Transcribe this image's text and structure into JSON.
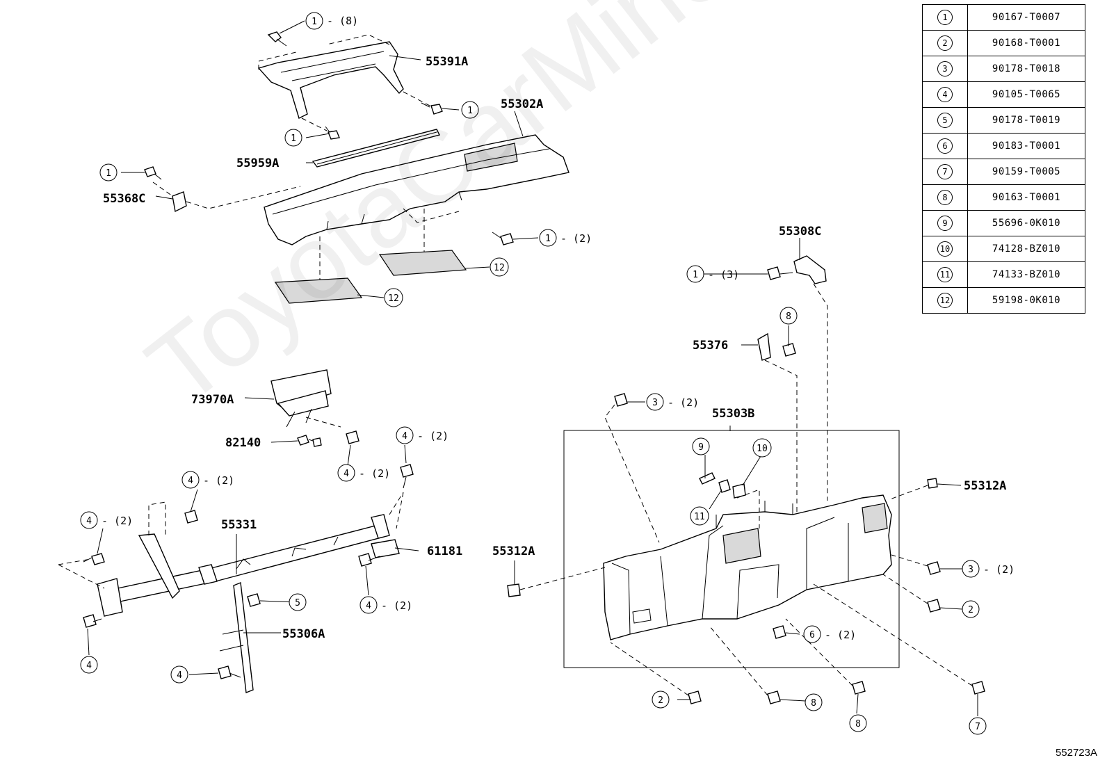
{
  "watermark": "ToyotaCarMine.ru",
  "figure_code": "552723A",
  "legend": [
    {
      "ref": "1",
      "part": "90167-T0007"
    },
    {
      "ref": "2",
      "part": "90168-T0001"
    },
    {
      "ref": "3",
      "part": "90178-T0018"
    },
    {
      "ref": "4",
      "part": "90105-T0065"
    },
    {
      "ref": "5",
      "part": "90178-T0019"
    },
    {
      "ref": "6",
      "part": "90183-T0001"
    },
    {
      "ref": "7",
      "part": "90159-T0005"
    },
    {
      "ref": "8",
      "part": "90163-T0001"
    },
    {
      "ref": "9",
      "part": "55696-0K010"
    },
    {
      "ref": "10",
      "part": "74128-BZ010"
    },
    {
      "ref": "11",
      "part": "74133-BZ010"
    },
    {
      "ref": "12",
      "part": "59198-0K010"
    }
  ],
  "part_labels": {
    "p55391A": "55391A",
    "p55302A": "55302A",
    "p55959A": "55959A",
    "p55368C": "55368C",
    "p55308C": "55308C",
    "p55376": "55376",
    "p73970A": "73970A",
    "p82140": "82140",
    "p55303B": "55303B",
    "p55312A_r": "55312A",
    "p55312A_l": "55312A",
    "p55331": "55331",
    "p61181": "61181",
    "p55306A": "55306A"
  },
  "callouts": {
    "c1_8": {
      "ref": "1",
      "qty": "- (8)"
    },
    "c1_a": {
      "ref": "1"
    },
    "c1_b": {
      "ref": "1"
    },
    "c1_c": {
      "ref": "1"
    },
    "c1_2": {
      "ref": "1",
      "qty": "- (2)"
    },
    "c1_3": {
      "ref": "1",
      "qty": "- (3)"
    },
    "c12_a": {
      "ref": "12"
    },
    "c12_b": {
      "ref": "12"
    },
    "c8_a": {
      "ref": "8"
    },
    "c3_2a": {
      "ref": "3",
      "qty": "- (2)"
    },
    "c3_2b": {
      "ref": "3",
      "qty": "- (2)"
    },
    "c9": {
      "ref": "9"
    },
    "c10": {
      "ref": "10"
    },
    "c11": {
      "ref": "11"
    },
    "c4_2a": {
      "ref": "4",
      "qty": "- (2)"
    },
    "c4_2b": {
      "ref": "4",
      "qty": "- (2)"
    },
    "c4_2c": {
      "ref": "4",
      "qty": "- (2)"
    },
    "c4_2d": {
      "ref": "4",
      "qty": "- (2)"
    },
    "c4_2e": {
      "ref": "4",
      "qty": "- (2)"
    },
    "c4_a": {
      "ref": "4"
    },
    "c4_b": {
      "ref": "4"
    },
    "c5": {
      "ref": "5"
    },
    "c2_a": {
      "ref": "2"
    },
    "c2_b": {
      "ref": "2"
    },
    "c6_2": {
      "ref": "6",
      "qty": "- (2)"
    },
    "c8_b": {
      "ref": "8"
    },
    "c8_c": {
      "ref": "8"
    },
    "c7": {
      "ref": "7"
    }
  }
}
